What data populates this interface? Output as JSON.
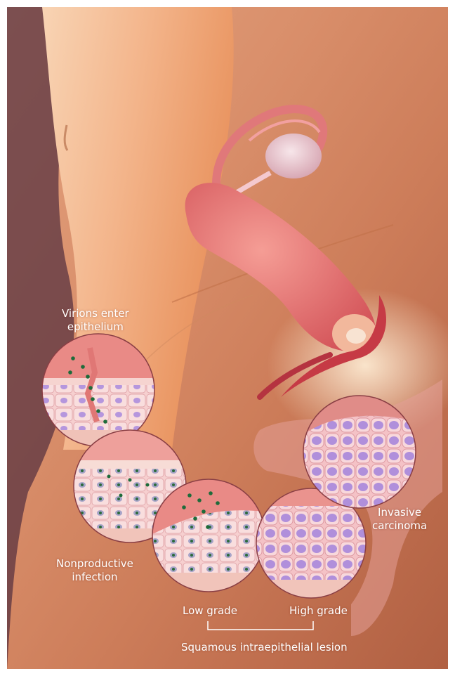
{
  "labels": {
    "virions": "Virions enter\nepithelium",
    "nonproductive": "Nonproductive\ninfection",
    "low_grade": "Low grade",
    "high_grade": "High grade",
    "sil": "Squamous intraepithelial lesion",
    "invasive": "Invasive\ncarcinoma"
  },
  "colors": {
    "skin_light": "#f5c9a3",
    "skin_mid": "#e99a6a",
    "background_dark": "#4a2a35",
    "uterus": "#e36f6a",
    "tissue_pink": "#f1b6b4",
    "cell_nucleus": "#a98bd6",
    "virion": "#1e6b3a"
  }
}
